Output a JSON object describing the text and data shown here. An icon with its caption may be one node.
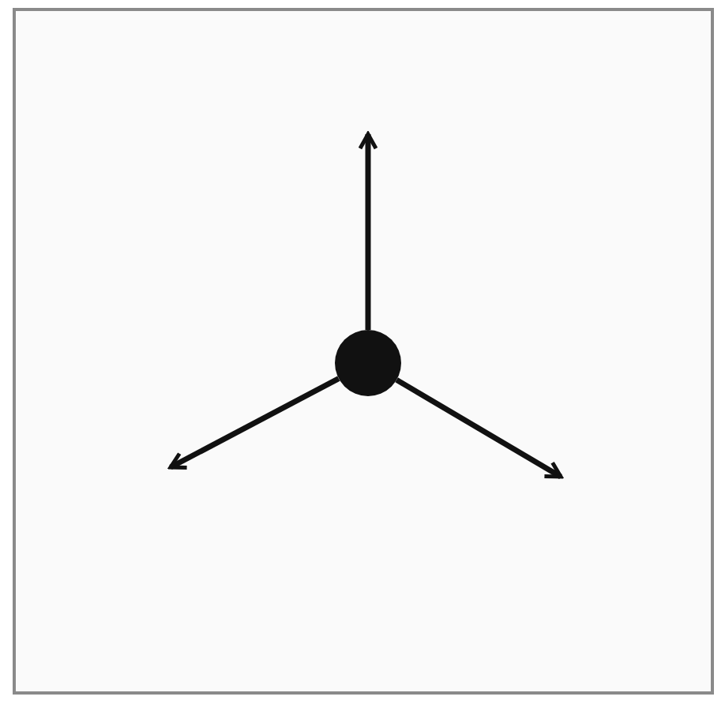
{
  "diagram": {
    "nodes": [
      {
        "text": [],
        "shape": "box"
      },
      {
        "text": [],
        "shape": "circle",
        "in": 0
      }
    ],
    "edges": [
      {
        "from": 1,
        "to": null,
        "arrow": "to"
      },
      {
        "from": 1,
        "to": null,
        "arrow": "to"
      },
      {
        "from": 1,
        "to": null,
        "arrow": "to"
      }
    ]
  }
}
